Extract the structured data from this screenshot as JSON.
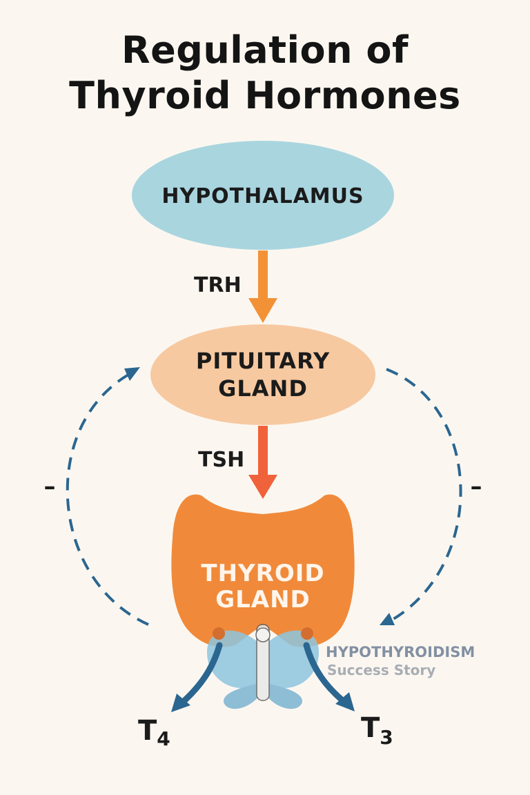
{
  "title": {
    "line1": "Regulation of",
    "line2": "Thyroid Hormones"
  },
  "nodes": {
    "hypothalamus": "HYPOTHALAMUS",
    "pituitary_line1": "PITUITARY",
    "pituitary_line2": "GLAND",
    "thyroid_line1": "THYROID",
    "thyroid_line2": "GLAND"
  },
  "arrows": {
    "trh": "TRH",
    "tsh": "TSH",
    "t4_base": "T",
    "t4_sub": "4",
    "t3_base": "T",
    "t3_sub": "3"
  },
  "feedback": {
    "left_sign": "–",
    "right_sign": "–"
  },
  "watermark": {
    "line1": "HYPOTHYROIDISM",
    "line2": "Success Story"
  },
  "colors": {
    "hypothalamus": "#a9d5df",
    "pituitary": "#f7c9a1",
    "thyroid": "#f08a3a",
    "trh_arrow": "#f39137",
    "tsh_arrow": "#f0623a",
    "feedback": "#2b6690",
    "hormone_arrow": "#2b6690"
  }
}
